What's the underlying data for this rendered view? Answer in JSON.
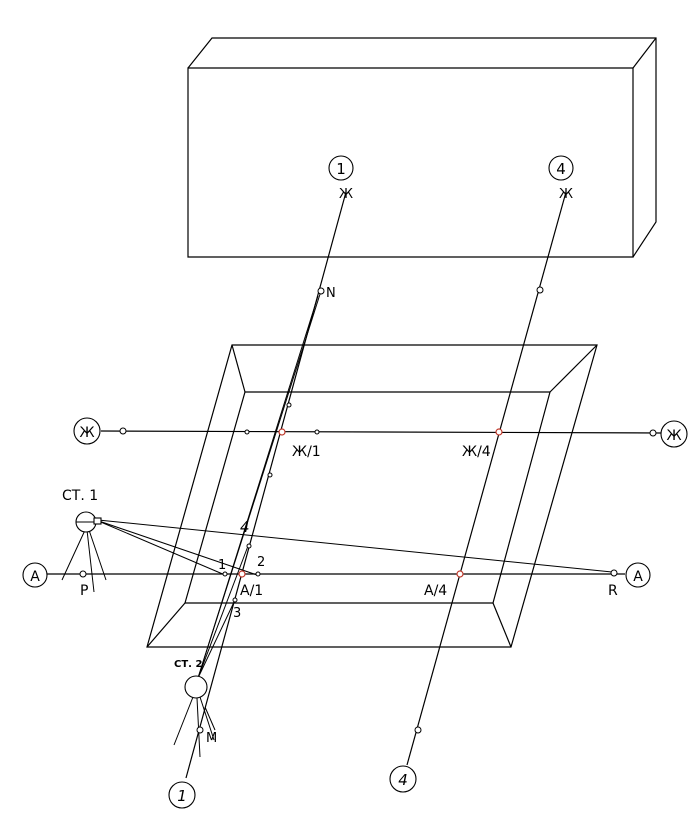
{
  "colors": {
    "line": "#000000",
    "intersection": "#c0392b",
    "background": "#ffffff"
  },
  "axes": {
    "axis_1": "1",
    "axis_4": "4",
    "axis_zh": "Ж",
    "axis_a": "А"
  },
  "points": {
    "zh_1": "Ж/1",
    "zh_4": "Ж/4",
    "a_1": "А/1",
    "a_4": "А/4",
    "n": "N",
    "m": "M",
    "p": "P",
    "r": "R",
    "t1": "1",
    "t2": "2",
    "t3": "3",
    "t4": "4"
  },
  "stations": {
    "st1": "СТ. 1",
    "st2": "СТ. 2"
  }
}
